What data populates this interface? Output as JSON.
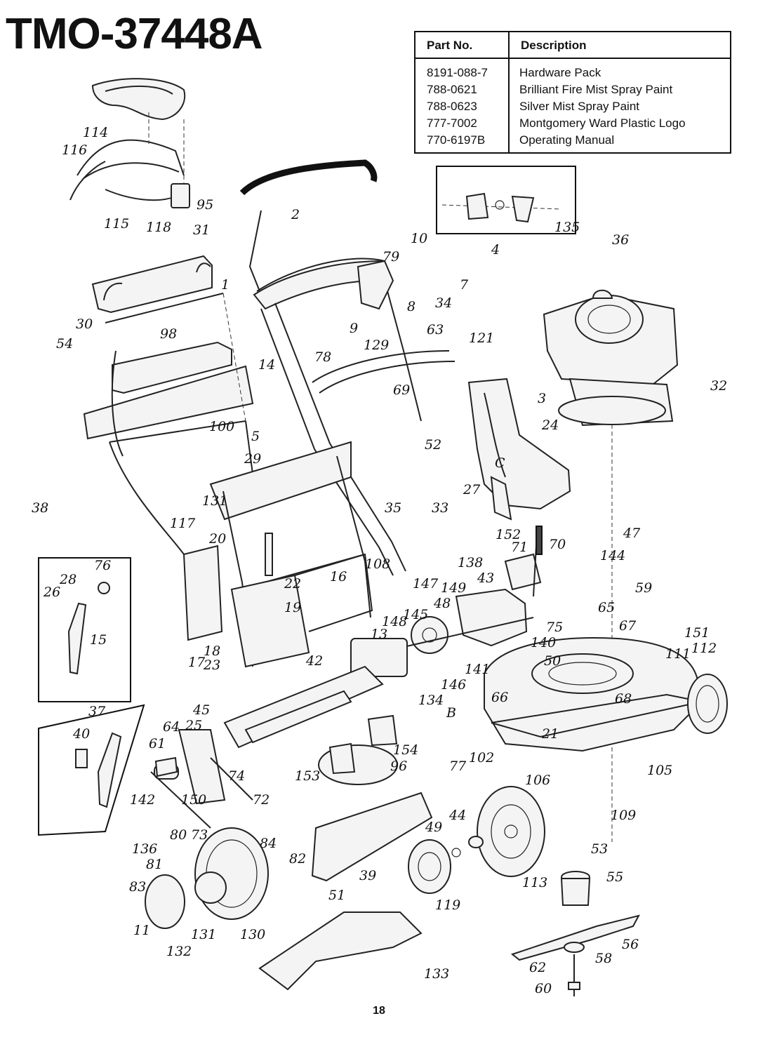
{
  "title": "TMO-37448A",
  "page_number": "18",
  "parts_table": {
    "headers": [
      "Part No.",
      "Description"
    ],
    "rows": [
      {
        "part_no": "8191-088-7",
        "description": "Hardware Pack"
      },
      {
        "part_no": "788-0621",
        "description": "Brilliant Fire Mist Spray Paint"
      },
      {
        "part_no": "788-0623",
        "description": "Silver Mist Spray Paint"
      },
      {
        "part_no": "777-7002",
        "description": "Montgomery Ward Plastic Logo"
      },
      {
        "part_no": "770-6197B",
        "description": "Operating Manual"
      }
    ]
  },
  "callouts": [
    "114",
    "116",
    "95",
    "115",
    "118",
    "31",
    "2",
    "135",
    "10",
    "79",
    "4",
    "7",
    "36",
    "1",
    "98",
    "30",
    "54",
    "8",
    "34",
    "9",
    "129",
    "63",
    "121",
    "14",
    "78",
    "32",
    "100",
    "69",
    "3",
    "5",
    "52",
    "24",
    "C",
    "29",
    "27",
    "38",
    "131",
    "35",
    "33",
    "117",
    "20",
    "70",
    "152",
    "71",
    "138",
    "43",
    "144",
    "47",
    "28",
    "76",
    "26",
    "15",
    "22",
    "16",
    "108",
    "147",
    "149",
    "59",
    "48",
    "65",
    "19",
    "145",
    "148",
    "13",
    "75",
    "67",
    "17",
    "18",
    "23",
    "42",
    "140",
    "141",
    "146",
    "134",
    "50",
    "151",
    "111",
    "112",
    "37",
    "40",
    "45",
    "25",
    "64",
    "B",
    "66",
    "68",
    "61",
    "154",
    "153",
    "96",
    "77",
    "102",
    "21",
    "105",
    "142",
    "150",
    "74",
    "72",
    "106",
    "109",
    "80",
    "73",
    "84",
    "136",
    "81",
    "82",
    "49",
    "44",
    "53",
    "83",
    "39",
    "55",
    "11",
    "131",
    "130",
    "113",
    "51",
    "119",
    "132",
    "56",
    "133",
    "58",
    "62",
    "60"
  ]
}
